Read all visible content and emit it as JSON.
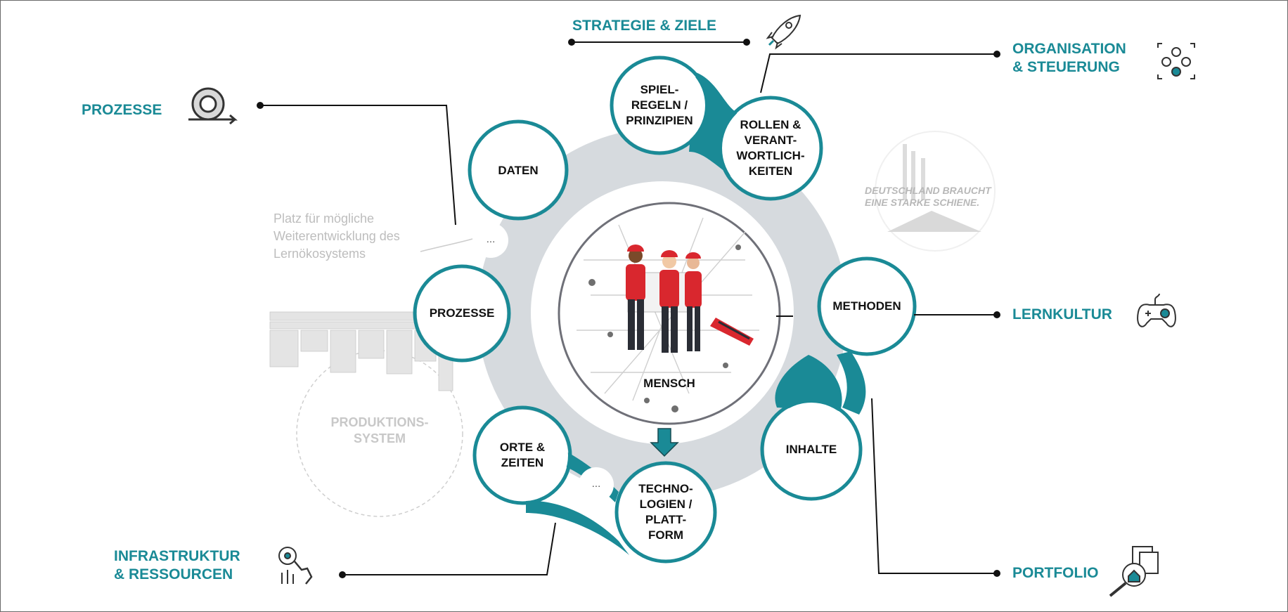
{
  "outer_labels": {
    "strategie": "STRATEGIE & ZIELE",
    "organisation": "ORGANISATION\n& STEUERUNG",
    "prozesse": "PROZESSE",
    "lernkultur": "LERNKULTUR",
    "infrastruktur": "INFRASTRUKTUR\n& RESSOURCEN",
    "portfolio": "PORTFOLIO"
  },
  "nodes": {
    "spielregeln": "SPIEL-\nREGELN /\nPRINZIPIEN",
    "rollen": "ROLLEN &\nVERANT-\nWORTLICH-\nKEITEN",
    "daten": "DATEN",
    "prozesse": "PROZESSE",
    "methoden": "METHODEN",
    "inhalte": "INHALTE",
    "orte": "ORTE &\nZEITEN",
    "technologien": "TECHNO-\nLOGIEN /\nPLATT-\nFORM",
    "mensch": "MENSCH",
    "ellipsis_upper": "...",
    "ellipsis_lower": "..."
  },
  "placeholder_text": "Platz für mögliche\nWeiterentwicklung des\nLernökosystems",
  "produktionssystem": "PRODUKTIONS-\nSYSTEM",
  "db_logo_text": "DEUTSCHLAND BRAUCHT\nEINE STARKE SCHIENE.",
  "icons": {
    "strategie": "rocket-icon",
    "organisation": "people-network-icon",
    "prozesse": "process-loop-icon",
    "lernkultur": "gamepad-icon",
    "infrastruktur": "touch-settings-icon",
    "portfolio": "magnifier-documents-icon"
  },
  "colors": {
    "teal": "#1a8a96",
    "ring_gray": "#d6dade",
    "text_dark": "#111111",
    "faint_text": "#bdbdbd"
  }
}
